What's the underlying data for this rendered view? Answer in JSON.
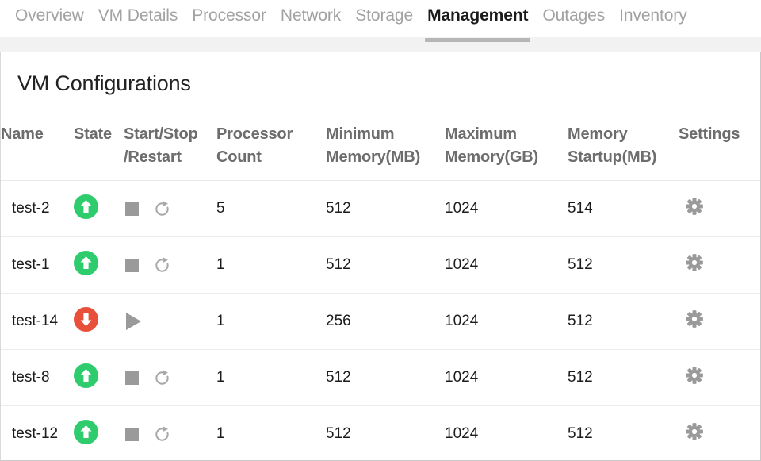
{
  "tabs": [
    {
      "label": "Overview",
      "active": false
    },
    {
      "label": "VM Details",
      "active": false
    },
    {
      "label": "Processor",
      "active": false
    },
    {
      "label": "Network",
      "active": false
    },
    {
      "label": "Storage",
      "active": false
    },
    {
      "label": "Management",
      "active": true
    },
    {
      "label": "Outages",
      "active": false
    },
    {
      "label": "Inventory",
      "active": false
    }
  ],
  "card": {
    "title": "VM Configurations"
  },
  "table": {
    "columns": [
      {
        "key": "name",
        "label": "Name"
      },
      {
        "key": "state",
        "label": "State"
      },
      {
        "key": "control",
        "label": "Start/Stop /Restart",
        "line1": "Start/Stop",
        "line2": "/Restart"
      },
      {
        "key": "proc",
        "label": "Processor Count",
        "line1": "Processor",
        "line2": "Count"
      },
      {
        "key": "minmem",
        "label": "Minimum Memory(MB)",
        "line1": "Minimum",
        "line2": "Memory(MB)"
      },
      {
        "key": "maxmem",
        "label": "Maximum Memory(GB)",
        "line1": "Maximum",
        "line2": "Memory(GB)"
      },
      {
        "key": "startup",
        "label": "Memory Startup(MB)",
        "line1": "Memory",
        "line2": "Startup(MB)"
      },
      {
        "key": "settings",
        "label": "Settings"
      }
    ],
    "rows": [
      {
        "name": "test-2",
        "state": "running",
        "state_icon": "arrow-up-circle-green-icon",
        "controls": [
          "stop-square-icon",
          "restart-icon"
        ],
        "proc": "5",
        "minmem": "512",
        "maxmem": "1024",
        "startup": "514",
        "settings_icon": "gear-icon"
      },
      {
        "name": "test-1",
        "state": "running",
        "state_icon": "arrow-up-circle-green-icon",
        "controls": [
          "stop-square-icon",
          "restart-icon"
        ],
        "proc": "1",
        "minmem": "512",
        "maxmem": "1024",
        "startup": "512",
        "settings_icon": "gear-icon"
      },
      {
        "name": "test-14",
        "state": "stopped",
        "state_icon": "arrow-down-circle-red-icon",
        "controls": [
          "play-triangle-icon"
        ],
        "proc": "1",
        "minmem": "256",
        "maxmem": "1024",
        "startup": "512",
        "settings_icon": "gear-icon"
      },
      {
        "name": "test-8",
        "state": "running",
        "state_icon": "arrow-up-circle-green-icon",
        "controls": [
          "stop-square-icon",
          "restart-icon"
        ],
        "proc": "1",
        "minmem": "512",
        "maxmem": "1024",
        "startup": "512",
        "settings_icon": "gear-icon"
      },
      {
        "name": "test-12",
        "state": "running",
        "state_icon": "arrow-up-circle-green-icon",
        "controls": [
          "stop-square-icon",
          "restart-icon"
        ],
        "proc": "1",
        "minmem": "512",
        "maxmem": "1024",
        "startup": "512",
        "settings_icon": "gear-icon"
      }
    ]
  },
  "colors": {
    "running_green": "#2ecc6d",
    "stopped_red": "#e8503a",
    "icon_gray": "#9a9a9a",
    "header_gray": "#6d6d6d",
    "tab_inactive": "#a2a2a2",
    "tab_active": "#1a1a1a",
    "tab_active_underline": "#b6b6b6"
  }
}
